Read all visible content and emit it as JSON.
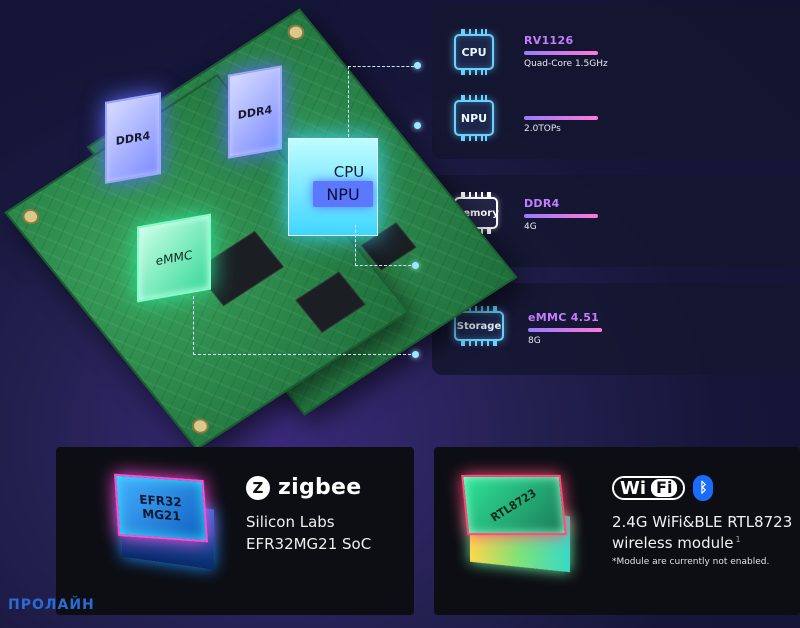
{
  "specs": [
    {
      "icon": "CPU",
      "title": "RV1126",
      "sub": "Quad-Core 1.5GHz"
    },
    {
      "icon": "NPU",
      "title": "",
      "sub": "2.0TOPs"
    },
    {
      "icon": "Memory",
      "title": "DDR4",
      "sub": "4G"
    },
    {
      "icon": "Storage",
      "title": "eMMC 4.51",
      "sub": "8G"
    }
  ],
  "board_chips": {
    "ddr4_left": "DDR4",
    "ddr4_right": "DDR4",
    "cpu": "CPU",
    "npu": "NPU",
    "emmc": "eMMC"
  },
  "zigbee_panel": {
    "chip_label": "EFR32 MG21",
    "brand": "zigbee",
    "line1": "Silicon Labs",
    "line2": "EFR32MG21 SoC"
  },
  "wifi_panel": {
    "chip_label": "RTL8723",
    "wifi_left": "Wi",
    "wifi_right": "Fi",
    "bluetooth_symbol": "ᛒ",
    "line1": "2.4G WiFi&BLE RTL8723",
    "line2": "wireless module",
    "footnote_mark": "1",
    "note": "*Module are currently not enabled."
  },
  "watermark": "ПРОЛАЙН",
  "colors": {
    "accent_purple": "#c77dff",
    "icon_cyan": "#6ad2ff",
    "board_green": "#2a8a4a",
    "bluetooth_blue": "#1a6cff"
  }
}
